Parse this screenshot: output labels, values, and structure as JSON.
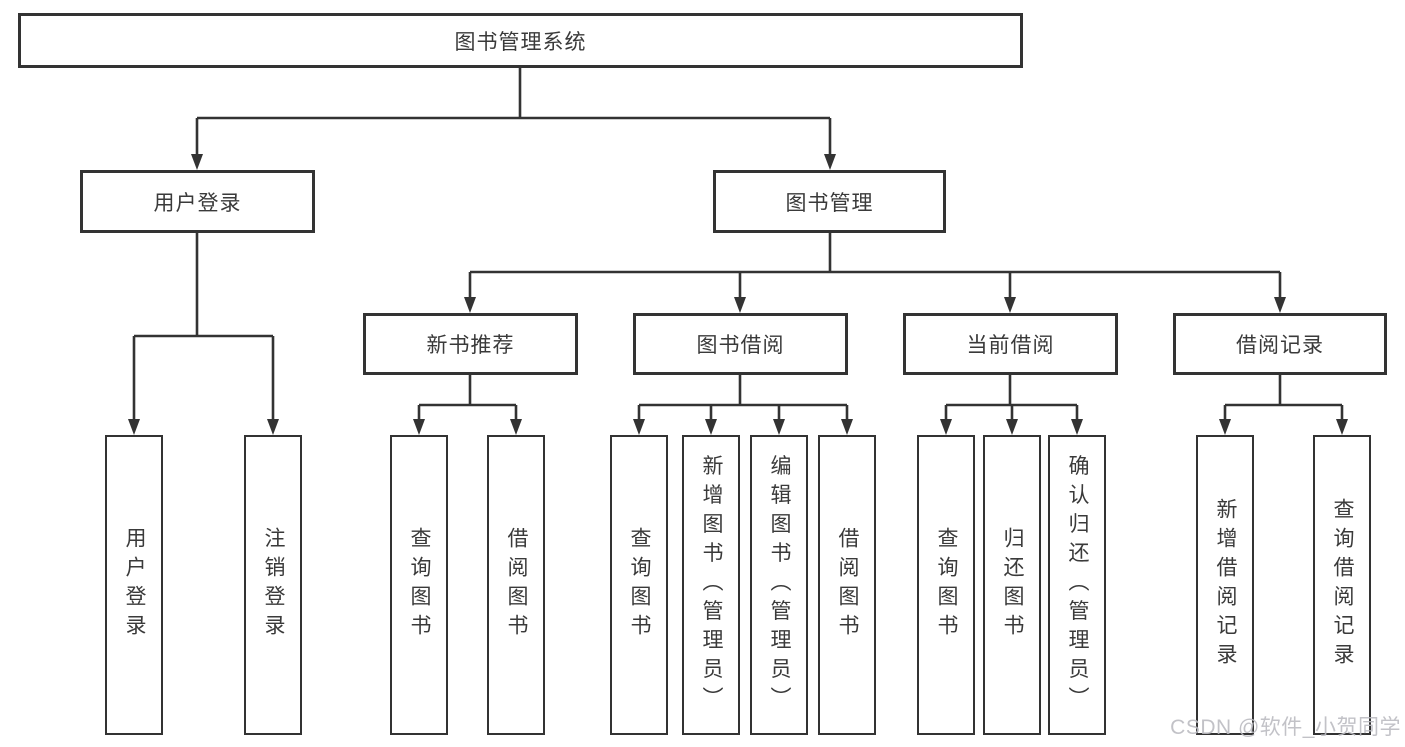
{
  "tree": {
    "root": {
      "label": "图书管理系统"
    },
    "branches": [
      {
        "label": "用户登录",
        "leaves": [
          "用户登录",
          "注销登录"
        ]
      },
      {
        "label": "图书管理",
        "groups": [
          {
            "label": "新书推荐",
            "leaves": [
              "查询图书",
              "借阅图书"
            ]
          },
          {
            "label": "图书借阅",
            "leaves": [
              "查询图书",
              "新增图书（管理员）",
              "编辑图书（管理员）",
              "借阅图书"
            ]
          },
          {
            "label": "当前借阅",
            "leaves": [
              "查询图书",
              "归还图书",
              "确认归还（管理员）"
            ]
          },
          {
            "label": "借阅记录",
            "leaves": [
              "新增借阅记录",
              "查询借阅记录"
            ]
          }
        ]
      }
    ]
  },
  "watermark": "CSDN @软件_小贺同学",
  "colors": {
    "line": "#333333",
    "text": "#3a3a3a",
    "box_bg": "#ffffff",
    "watermark_text": "#bcbcc2"
  }
}
